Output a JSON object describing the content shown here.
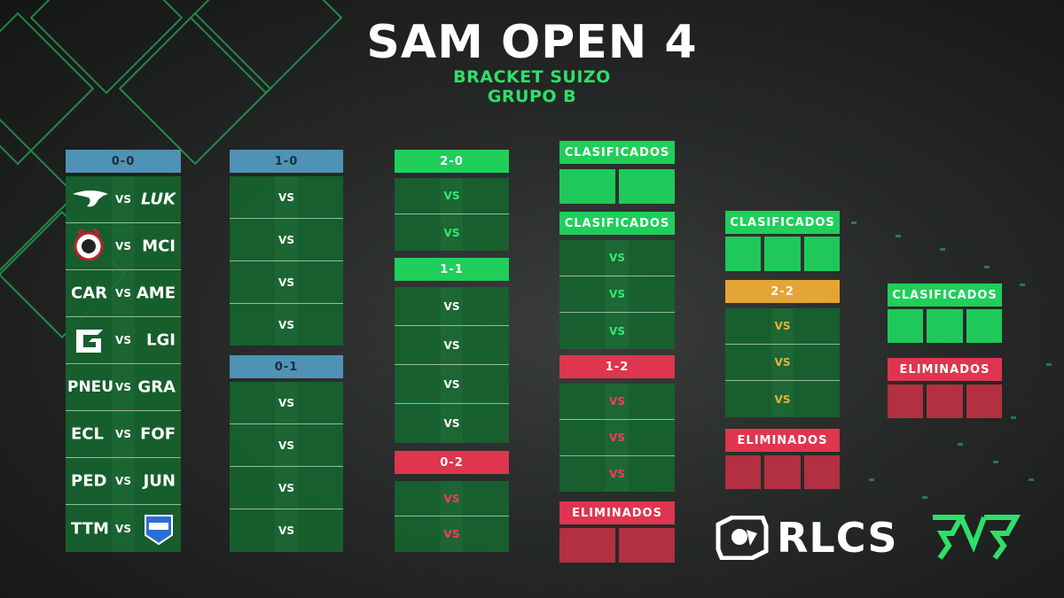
{
  "title": "SAM OPEN 4",
  "subtitle_line1": "BRACKET SUIZO",
  "subtitle_line2": "GRUPO B",
  "colors": {
    "accent_green": "#1fcf5a",
    "blue": "#4e93b5",
    "red": "#e0354f",
    "orange": "#e5a534"
  },
  "round1": {
    "header": "0-0",
    "matches": [
      {
        "left_icon": "team-spirit-logo",
        "vs": "VS",
        "right": "LUK"
      },
      {
        "left_icon": "corinthians-logo",
        "vs": "VS",
        "right": "MCI"
      },
      {
        "left": "CAR",
        "vs": "VS",
        "right": "AME"
      },
      {
        "left_icon": "team-g-logo",
        "vs": "VS",
        "right": "LGI"
      },
      {
        "left": "PNEU",
        "vs": "VS",
        "right": "GRA"
      },
      {
        "left": "ECL",
        "vs": "VS",
        "right": "FOF"
      },
      {
        "left": "PED",
        "vs": "VS",
        "right": "JUN"
      },
      {
        "left": "TTM",
        "vs": "VS",
        "right_icon": "dom-esports-logo"
      }
    ]
  },
  "round2": {
    "upper_header": "1-0",
    "upper_vs": [
      "VS",
      "VS",
      "VS",
      "VS"
    ],
    "lower_header": "0-1",
    "lower_vs": [
      "VS",
      "VS",
      "VS",
      "VS"
    ]
  },
  "round3": {
    "top_header": "2-0",
    "top_vs": [
      "VS",
      "VS"
    ],
    "mid_header": "1-1",
    "mid_vs": [
      "VS",
      "VS",
      "VS",
      "VS"
    ],
    "bot_header": "0-2",
    "bot_vs": [
      "VS",
      "VS"
    ]
  },
  "round4": {
    "qualified_header": "CLASIFICADOS",
    "qualified2_header": "CLASIFICADOS",
    "mid_vs": [
      "VS",
      "VS",
      "VS"
    ],
    "low_header": "1-2",
    "low_vs": [
      "VS",
      "VS",
      "VS"
    ],
    "eliminated_header": "ELIMINADOS"
  },
  "round5": {
    "qualified_header": "CLASIFICADOS",
    "mid_header": "2-2",
    "mid_vs": [
      "VS",
      "VS",
      "VS"
    ],
    "eliminated_header": "ELIMINADOS"
  },
  "round6": {
    "qualified_header": "CLASIFICADOS",
    "eliminated_header": "ELIMINADOS"
  },
  "footer": {
    "rlcs_text": "RLCS"
  }
}
